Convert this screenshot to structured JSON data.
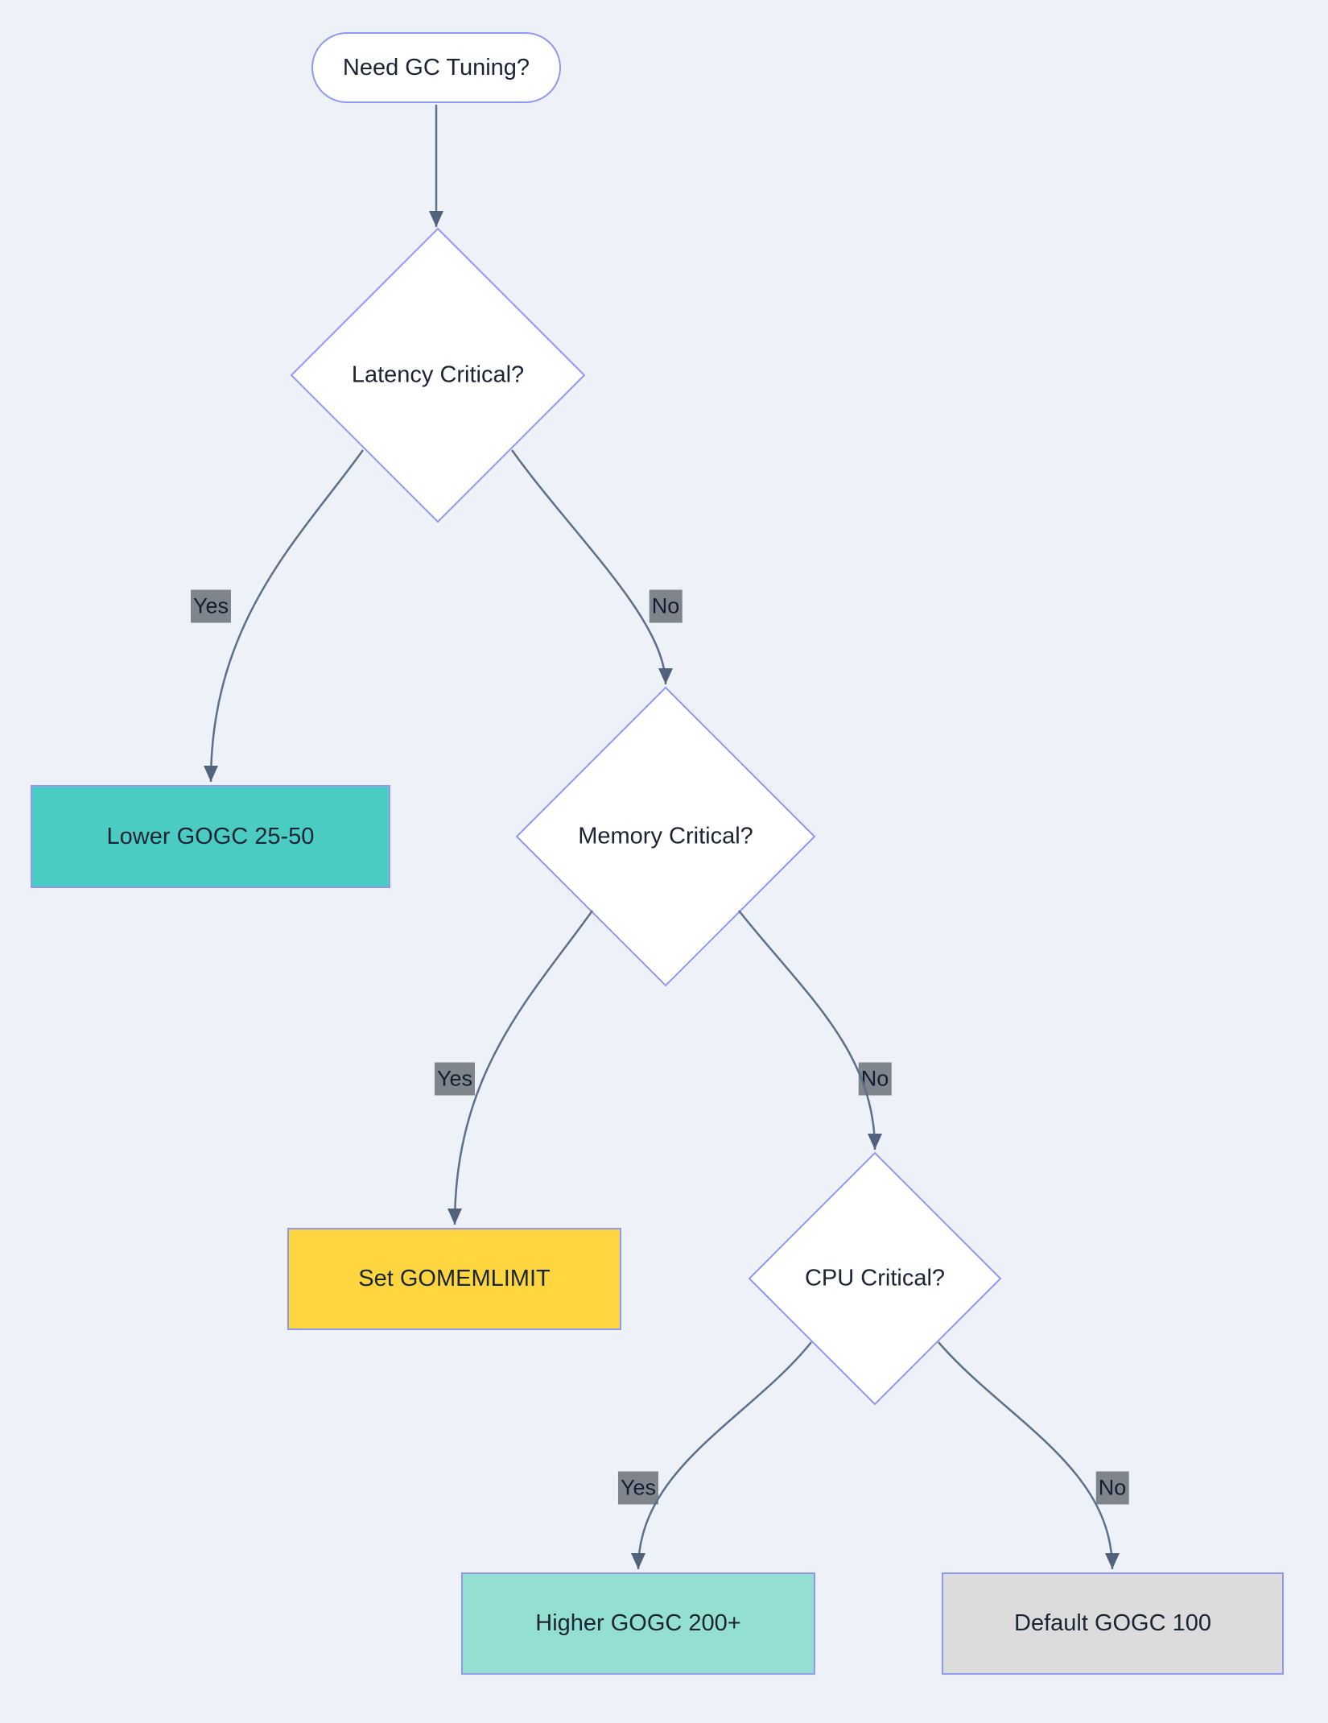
{
  "diagram": {
    "type": "flowchart-decision-tree",
    "colors": {
      "background": "#EEF1F8",
      "node_border": "#8F98F2",
      "node_text": "#1A2433",
      "edge_line": "#5D7089",
      "arrowhead": "#53627C",
      "edge_label_bg": "#7F868B",
      "edge_label_text": "#121C33",
      "start_fill": "#FFFFFF",
      "decision_fill": "#FFFFFF",
      "lower_gogc_fill": "#4BCCC3",
      "gomemlimit_fill": "#FFD540",
      "higher_gogc_fill": "#93E0D2",
      "default_gogc_fill": "#DCDCDC"
    },
    "nodes": [
      {
        "id": "start",
        "shape": "stadium",
        "label": "Need GC Tuning?",
        "fill": "#FFFFFF"
      },
      {
        "id": "latency",
        "shape": "diamond",
        "label": "Latency Critical?",
        "fill": "#FFFFFF"
      },
      {
        "id": "memory",
        "shape": "diamond",
        "label": "Memory Critical?",
        "fill": "#FFFFFF"
      },
      {
        "id": "cpu",
        "shape": "diamond",
        "label": "CPU Critical?",
        "fill": "#FFFFFF"
      },
      {
        "id": "lower",
        "shape": "rect",
        "label": "Lower GOGC 25-50",
        "fill": "#4BCCC3"
      },
      {
        "id": "gomemlimit",
        "shape": "rect",
        "label": "Set GOMEMLIMIT",
        "fill": "#FFD540"
      },
      {
        "id": "higher",
        "shape": "rect",
        "label": "Higher GOGC 200+",
        "fill": "#93E0D2"
      },
      {
        "id": "default",
        "shape": "rect",
        "label": "Default GOGC 100",
        "fill": "#DCDCDC"
      }
    ],
    "edges": [
      {
        "from": "start",
        "to": "latency",
        "label": ""
      },
      {
        "from": "latency",
        "to": "lower",
        "label": "Yes"
      },
      {
        "from": "latency",
        "to": "memory",
        "label": "No"
      },
      {
        "from": "memory",
        "to": "gomemlimit",
        "label": "Yes"
      },
      {
        "from": "memory",
        "to": "cpu",
        "label": "No"
      },
      {
        "from": "cpu",
        "to": "higher",
        "label": "Yes"
      },
      {
        "from": "cpu",
        "to": "default",
        "label": "No"
      }
    ]
  }
}
